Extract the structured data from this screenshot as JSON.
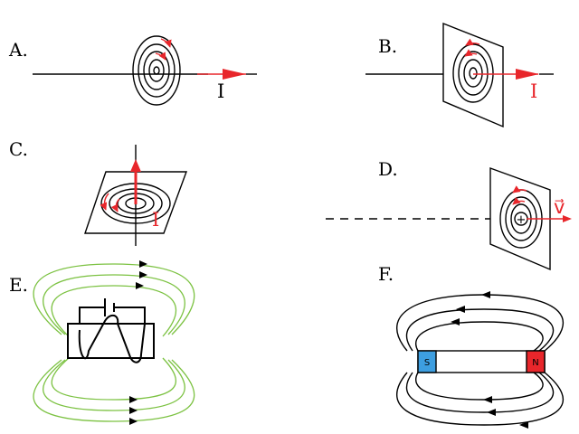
{
  "panels": [
    {
      "id": "A",
      "label": "A.",
      "current_label": "I"
    },
    {
      "id": "B",
      "label": "B.",
      "current_label": "I"
    },
    {
      "id": "C",
      "label": "C.",
      "current_label": "I"
    },
    {
      "id": "D",
      "label": "D.",
      "velocity_label": "v⃗",
      "charge_symbol": "+"
    },
    {
      "id": "E",
      "label": "E."
    },
    {
      "id": "F",
      "label": "F.",
      "south_label": "S",
      "north_label": "N"
    }
  ],
  "colors": {
    "current": "#e8262b",
    "field_line_green": "#7cc242",
    "magnet_south": "#3d9ee0",
    "magnet_north": "#e8262b",
    "ink": "#000000"
  },
  "icons": [
    "arrowhead-icon",
    "battery-icon",
    "coil-icon",
    "bar-magnet-icon"
  ]
}
